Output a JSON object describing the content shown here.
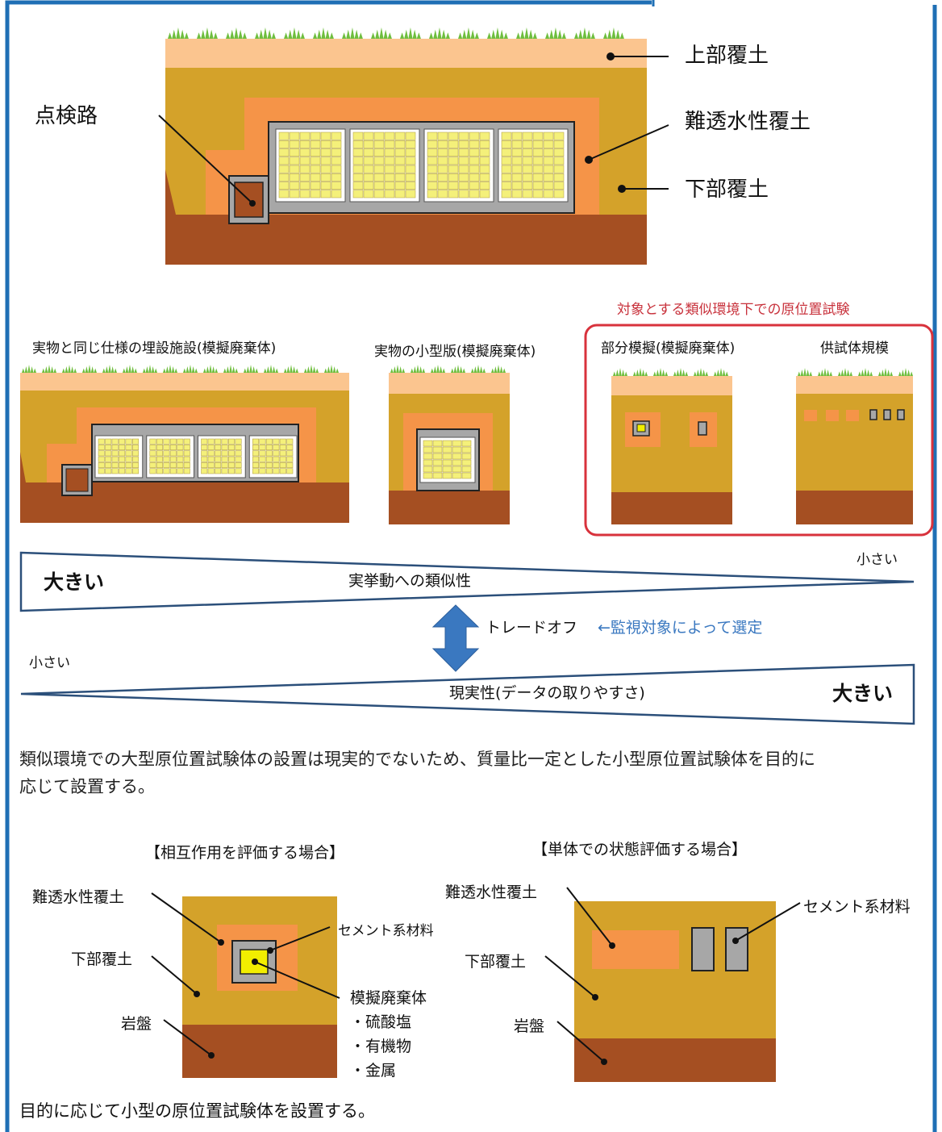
{
  "colors": {
    "frame": "#1f6fb5",
    "topsoil": "#fbc58f",
    "lower_soil": "#d4a22a",
    "barrier": "#f59448",
    "bedrock": "#a54f22",
    "concrete": "#a7a7a7",
    "waste": "#f4f07a",
    "grass": "#6fbe3e",
    "red_box": "#d8323c",
    "arrow": "#3a78c0",
    "yellow": "#f2ee00"
  },
  "top_diagram": {
    "label_upper_cover": "上部覆土",
    "label_barrier": "難透水性覆土",
    "label_lower_cover": "下部覆土",
    "label_inspection": "点検路"
  },
  "options": {
    "red_title": "対象とする類似環境下での原位置試験",
    "opt1": "実物と同じ仕様の埋設施設(模擬廃棄体)",
    "opt2": "実物の小型版(模擬廃棄体)",
    "opt3": "部分模擬(模擬廃棄体)",
    "opt4": "供試体規模"
  },
  "tradeoff": {
    "similarity_label": "実挙動への類似性",
    "similarity_big": "大きい",
    "similarity_small": "小さい",
    "arrow_text": "トレードオフ",
    "arrow_note": "←監視対象によって選定",
    "reality_label": "現実性(データの取りやすさ)",
    "reality_small": "小さい",
    "reality_big": "大きい"
  },
  "paragraph1_line1": "類似環境での大型原位置試験体の設置は現実的でないため、質量比一定とした小型原位置試験体を目的に",
  "paragraph1_line2": "応じて設置する。",
  "bottom": {
    "title_left": "【相互作用を評価する場合】",
    "title_right": "【単体での状態評価する場合】",
    "left_barrier": "難透水性覆土",
    "left_lower": "下部覆土",
    "left_bedrock": "岩盤",
    "left_cement": "セメント系材料",
    "left_waste_title": "模擬廃棄体",
    "left_waste_1": "・硫酸塩",
    "left_waste_2": "・有機物",
    "left_waste_3": "・金属",
    "right_barrier": "難透水性覆土",
    "right_lower": "下部覆土",
    "right_bedrock": "岩盤",
    "right_cement": "セメント系材料"
  },
  "paragraph2": "目的に応じて小型の原位置試験体を設置する。"
}
